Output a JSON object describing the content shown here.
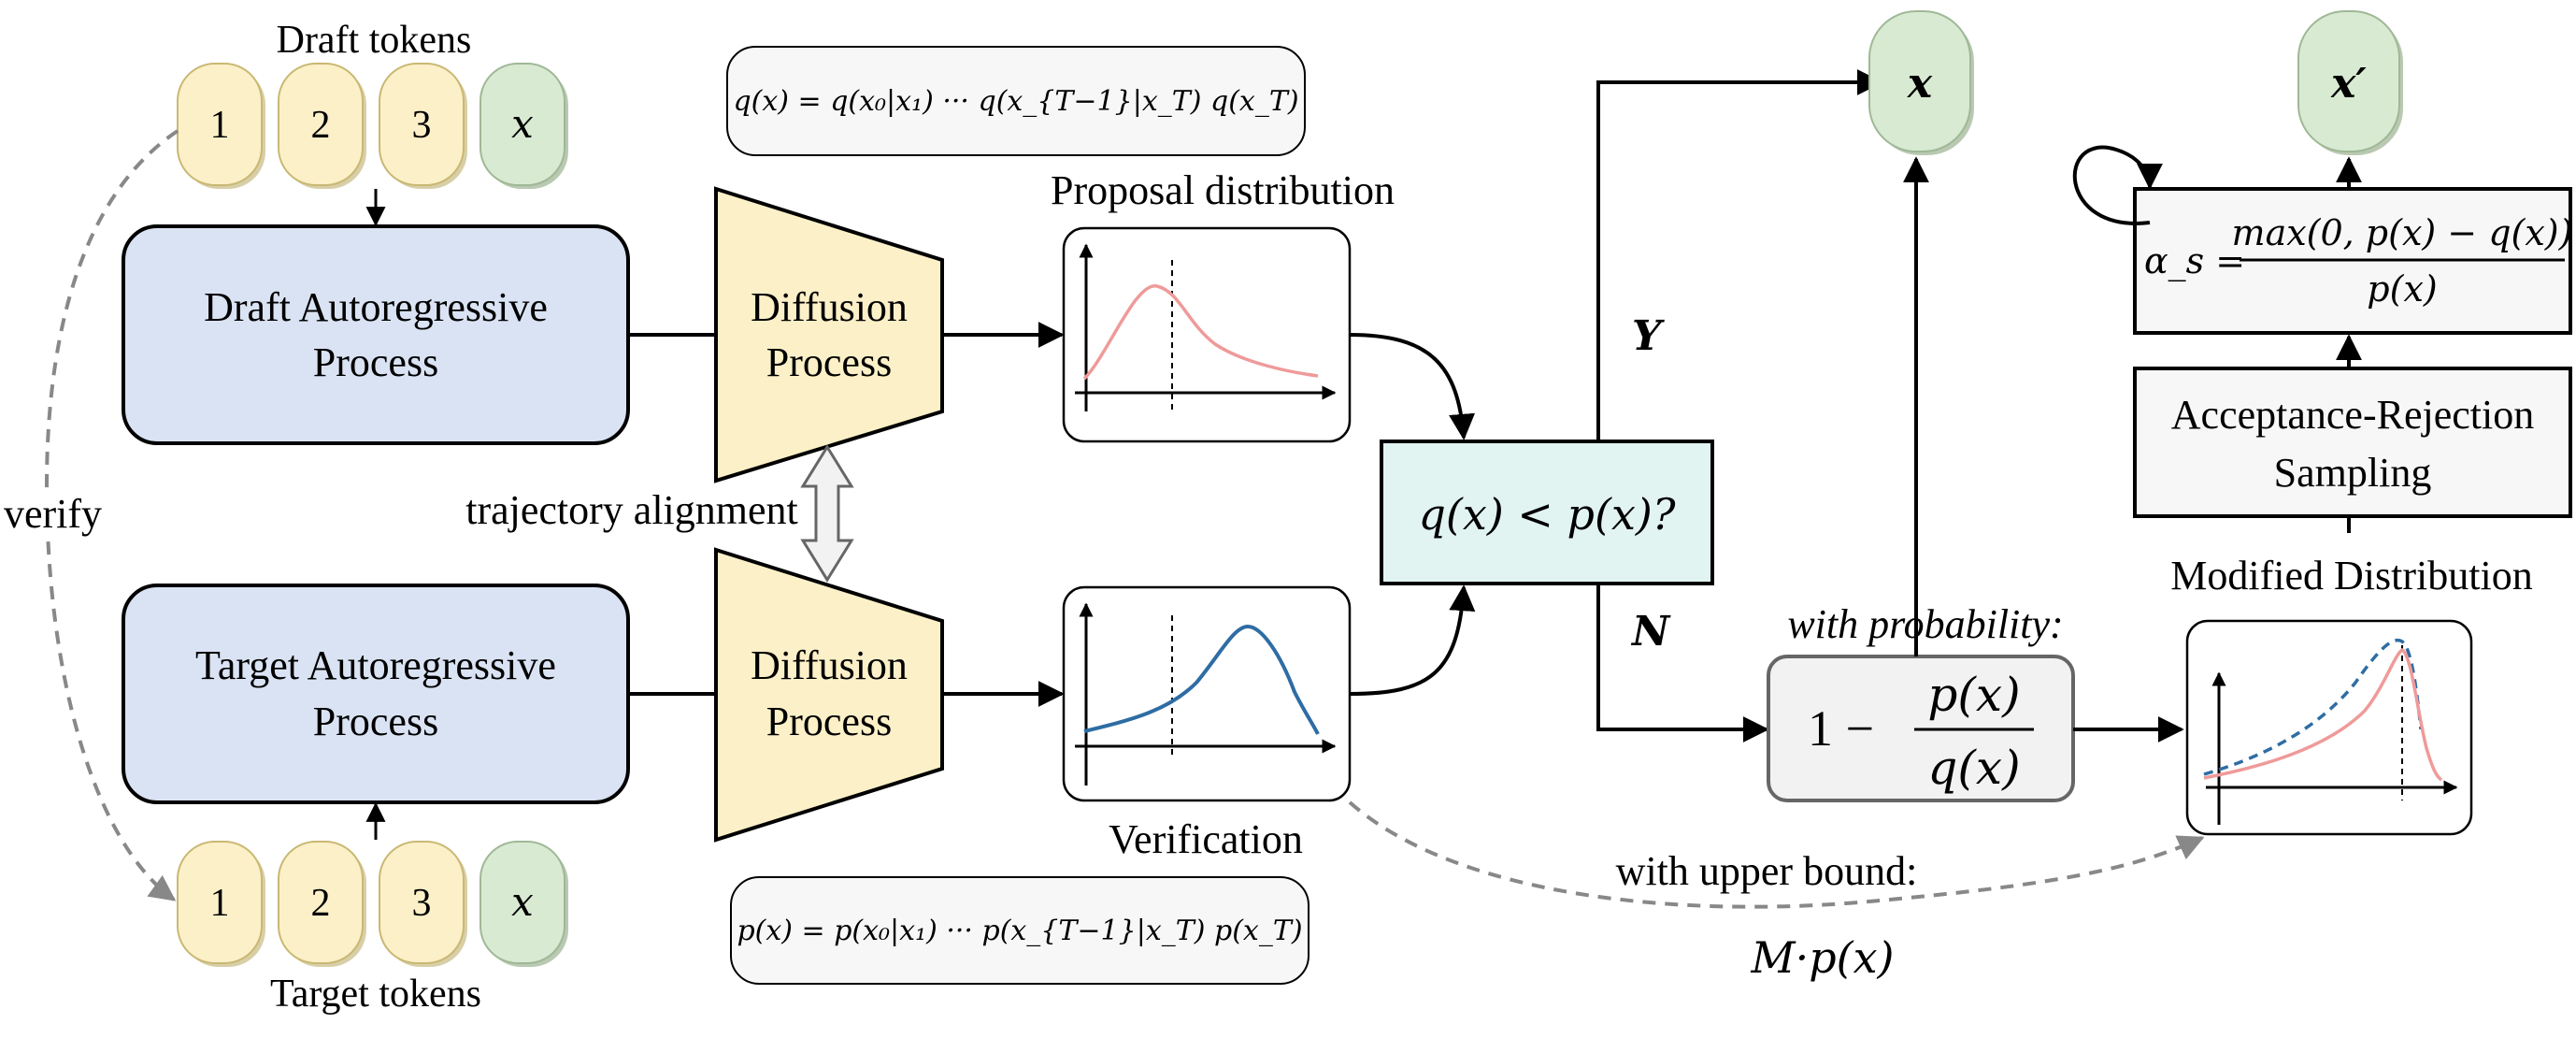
{
  "labels": {
    "draft_tokens": "Draft tokens",
    "target_tokens": "Target tokens",
    "verify": "verify",
    "draft_ar_l1": "Draft Autoregressive",
    "draft_ar_l2": "Process",
    "target_ar_l1": "Target Autoregressive",
    "target_ar_l2": "Process",
    "diffusion_l1": "Diffusion",
    "diffusion_l2": "Process",
    "trajectory_alignment": "trajectory alignment",
    "proposal_distribution": "Proposal distribution",
    "verification": "Verification",
    "yes": "Y",
    "no": "N",
    "with_probability": "with probability:",
    "with_upper_bound": "with upper bound:",
    "upper_bound_expr": "M·p(x)",
    "modified_distribution": "Modified Distribution",
    "ars_l1": "Acceptance-Rejection",
    "ars_l2": "Sampling",
    "decision": "q(x) < p(x)?",
    "output_x": "x",
    "output_x_prime": "x′"
  },
  "tokens": {
    "draft": [
      "1",
      "2",
      "3",
      "x"
    ],
    "target": [
      "1",
      "2",
      "3",
      "x"
    ]
  },
  "formulas": {
    "q_chain": "q(x) = q(x₀|x₁) ··· q(x_{T−1}|x_T) q(x_T)",
    "p_chain": "p(x) = p(x₀|x₁) ··· p(x_{T−1}|x_T) p(x_T)",
    "one_minus": "1 −",
    "ratio_num": "p(x)",
    "ratio_den": "q(x)",
    "alpha_lhs": "α_s =",
    "alpha_num": "max(0, p(x) − q(x))",
    "alpha_den": "p(x)"
  },
  "colors": {
    "token_yellow": "#fcf0c8",
    "token_green": "#d9ead3",
    "process_blue": "#dae3f3",
    "diffusion_yellow": "#fcf0c8",
    "decision_teal": "#e1f4f2",
    "proposal_curve": "#ef9a9a",
    "target_curve": "#2e6da4",
    "dashed_gray": "#888888"
  }
}
